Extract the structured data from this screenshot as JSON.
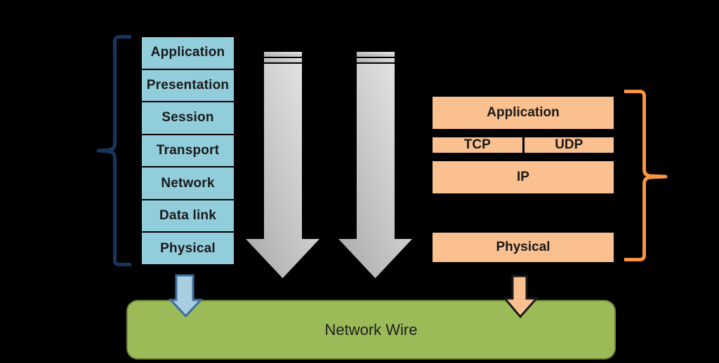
{
  "osi": {
    "layers": [
      "Application",
      "Presentation",
      "Session",
      "Transport",
      "Network",
      "Data link",
      "Physical"
    ]
  },
  "tcpip": {
    "application": "Application",
    "tcp": "TCP",
    "udp": "UDP",
    "ip": "IP",
    "physical": "Physical"
  },
  "network_wire": {
    "label": "Network Wire"
  },
  "colors": {
    "osi_box_fill": "#92CDDC",
    "tcpip_box_fill": "#FAC090",
    "network_wire_fill": "#9BBB59",
    "osi_brace": "#17365D",
    "tcpip_brace": "#F79646",
    "gray_arrow_light": "#E9E9E9",
    "gray_arrow_dark": "#A9A9A9",
    "blue_arrow_fill": "#A8CEE2",
    "blue_arrow_stroke": "#3C6E9E",
    "orange_arrow_fill": "#FAC090"
  }
}
